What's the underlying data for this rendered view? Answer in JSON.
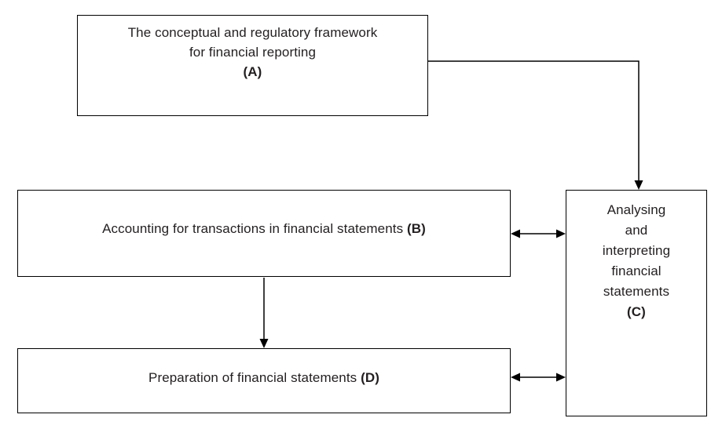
{
  "colors": {
    "background": "#ffffff",
    "line": "#000000",
    "text": "#231f20"
  },
  "boxes": {
    "a": {
      "lines": [
        "The conceptual and regulatory framework",
        "for financial reporting"
      ],
      "code": "(A)"
    },
    "b": {
      "label": "Accounting for transactions in financial statements",
      "code": "(B)"
    },
    "c": {
      "lines": [
        "Analysing",
        "and",
        "interpreting",
        "financial",
        "statements"
      ],
      "code": "(C)"
    },
    "d": {
      "label": "Preparation of financial statements",
      "code": "(D)"
    }
  },
  "connectors": {
    "a_to_c": "single arrow from box A to top of box C",
    "b_to_c": "double-headed arrow between box B and box C",
    "b_to_d": "single arrow from box B down to box D",
    "d_to_c": "double-headed arrow between box D and box C"
  }
}
